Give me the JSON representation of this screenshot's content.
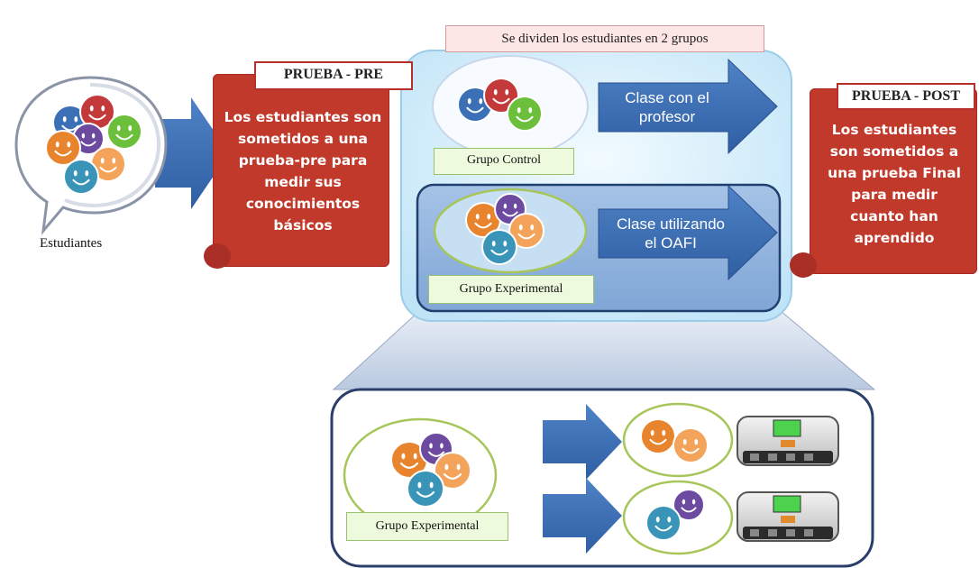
{
  "diagram": {
    "students_label": "Estudiantes",
    "pre_test": {
      "title": "PRUEBA - PRE",
      "lines": [
        "Los estudiantes son",
        "sometidos a una",
        "prueba-pre para",
        "medir sus",
        "conocimientos",
        "básicos"
      ]
    },
    "groups_banner": "Se dividen los estudiantes en 2 grupos",
    "control_group": {
      "label": "Grupo Control",
      "arrow_lines": [
        "Clase con el",
        "profesor"
      ]
    },
    "experimental_group": {
      "label": "Grupo Experimental",
      "arrow_lines": [
        "Clase utilizando",
        "el OAFI"
      ]
    },
    "post_test": {
      "title": "PRUEBA - POST",
      "lines": [
        "Los estudiantes",
        "son sometidos a",
        "una prueba Final",
        "para medir",
        "cuanto han",
        "aprendido"
      ]
    },
    "detail": {
      "label": "Grupo Experimental"
    },
    "colors": {
      "red_scroll": "#c0392b",
      "arrow_blue": "#3f6fb5",
      "panel_light": "#d6ecfa",
      "panel_dark": "#8fb3dc",
      "face_blue": "#3b6fb6",
      "face_red": "#c43a3a",
      "face_green": "#6bbf3a",
      "face_orange": "#e8842d",
      "face_purple": "#6b4aa0",
      "face_teal": "#3a94b8",
      "face_peach": "#f3a35a"
    }
  }
}
